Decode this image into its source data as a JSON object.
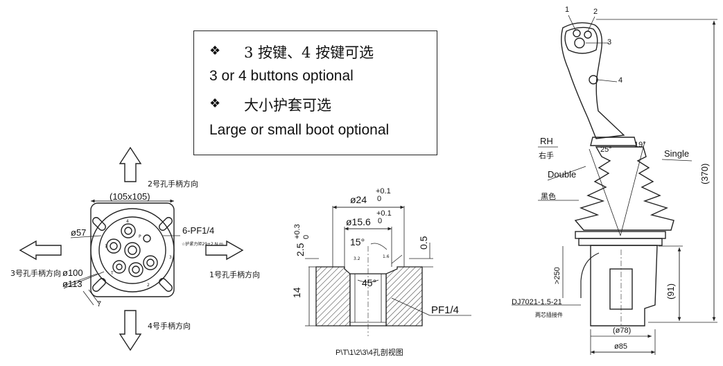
{
  "notes": {
    "bullet": "❖",
    "line1_zh": "3 按键、4 按键可选",
    "line1_en": "3 or 4 buttons optional",
    "line2_zh": "大小护套可选",
    "line2_en": "Large or small boot optional"
  },
  "mount": {
    "dir_up": "2号孔手柄方向",
    "dir_left": "3号孔手柄方向",
    "dir_right": "1号孔手柄方向",
    "dir_down": "4号手柄方向",
    "dim_square": "(105x105)",
    "dim_d57": "ø57",
    "dim_d100": "ø100",
    "dim_d113": "ø113",
    "dim_7": "7",
    "ports": "6-PF1/4",
    "torque": "☆护紧力矩29±2 N.m",
    "port_p": "P",
    "port_t": "T",
    "port_1": "1",
    "port_2": "2",
    "port_3": "3",
    "port_4": "4"
  },
  "section": {
    "d24": "ø24",
    "d24_tol_top": "+0.1",
    "d24_tol_bot": "0",
    "d156": "ø15.6",
    "d156_tol_top": "+0.1",
    "d156_tol_bot": "0",
    "angle15": "15°",
    "dim05": "0.5",
    "dim25": "2.5",
    "dim25_tol_top": "+0.3",
    "dim25_tol_bot": "0",
    "dim14": "14",
    "angle45": "45°",
    "thread": "PF1/4",
    "surf1": "3.2",
    "surf2": "1.6",
    "caption": "P\\T\\1\\2\\3\\4孔剖视图"
  },
  "joystick": {
    "n1": "1",
    "n2": "2",
    "n3": "3",
    "n4": "4",
    "rh": "RH",
    "rh_zh": "右手",
    "a25": "25°",
    "a19": "19°",
    "single": "Single",
    "double": "Double",
    "black": "黑色",
    "d370": "(370)",
    "d250": ">250",
    "d91": "(91)",
    "connector": "DJ7021-1.5-21",
    "connector_zh": "两芯插接件",
    "d78": "(ø78)",
    "d85": "ø85"
  }
}
